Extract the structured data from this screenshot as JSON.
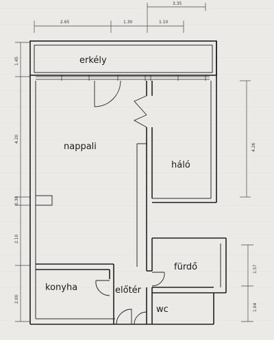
{
  "rooms": {
    "balcony": "erkély",
    "living": "nappali",
    "bedroom": "háló",
    "bathroom": "fürdő",
    "kitchen": "konyha",
    "hall": "előtér",
    "wc": "wc"
  },
  "dimensions": {
    "top": [
      "2.65",
      "1.30",
      "1.10",
      "3.35"
    ],
    "left": [
      "1.45",
      "4.20",
      "0.30",
      "2.10",
      "2.00"
    ],
    "right": [
      "4.26",
      "1.57",
      "1.04"
    ]
  }
}
